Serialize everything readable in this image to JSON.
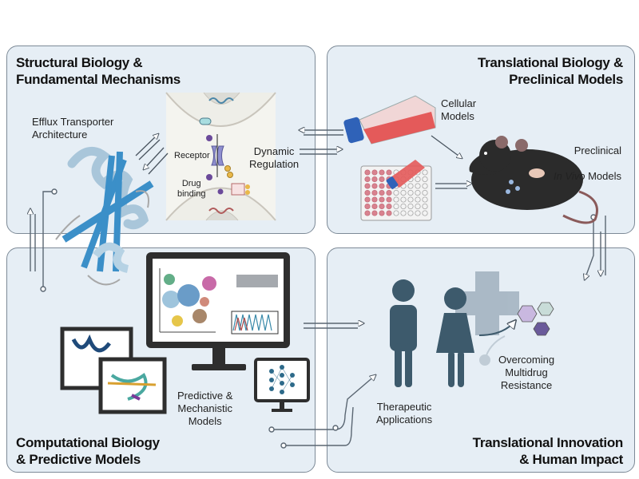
{
  "diagram": {
    "panels": [
      {
        "id": "structural",
        "title": "Structural Biology &\nFundamental Mechanisms"
      },
      {
        "id": "translational",
        "title": "Translational Biology &\nPreclinical Models"
      },
      {
        "id": "computational",
        "title": "Computational Biology\n& Predictive Models"
      },
      {
        "id": "innovation",
        "title": "Translational Innovation\n& Human Impact"
      }
    ],
    "labels": {
      "efflux": "Efflux Transporter\nArchitecture",
      "receptor": "Receptor",
      "drug_binding": "Drug\nbinding",
      "dynamic_regulation": "Dynamic\nRegulation",
      "cellular_models": "Cellular\nModels",
      "preclinical_line1": "Preclinical",
      "preclinical_italic": "In Vivo",
      "preclinical_rest": " Models",
      "predictive": "Predictive &\nMechanistic\nModels",
      "therapeutic": "Therapeutic\nApplications",
      "overcoming": "Overcoming\nMultidrug\nResistance"
    },
    "colors": {
      "panel_bg": "#e6eef5",
      "panel_border": "#7d8a97",
      "protein_blue": "#3b8fc8",
      "helix_light": "#a9c6da",
      "human_figure": "#3d5a6c",
      "flask_liquid": "#e45a5a",
      "flask_cap": "#2f62b8",
      "receptor_purple": "#8f8fcf",
      "mouse": "#2b2b2b"
    }
  }
}
